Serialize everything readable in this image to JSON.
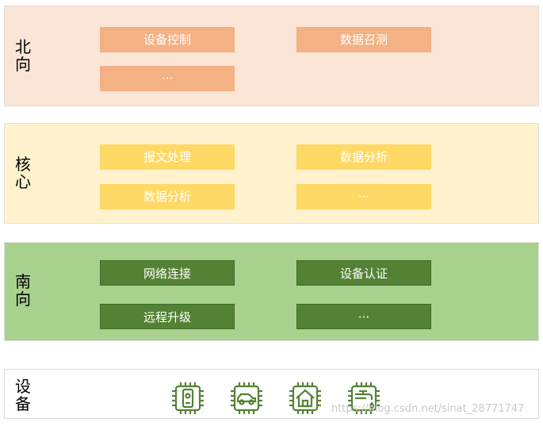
{
  "layers": {
    "north": {
      "label_line1": "北",
      "label_line2": "向",
      "boxes": [
        "设备控制",
        "数据召测",
        "···"
      ]
    },
    "core": {
      "label_line1": "核",
      "label_line2": "心",
      "boxes": [
        "报文处理",
        "数据分析",
        "数据分析",
        "···"
      ]
    },
    "south": {
      "label_line1": "南",
      "label_line2": "向",
      "boxes": [
        "网络连接",
        "设备认证",
        "远程升级",
        "···"
      ]
    },
    "device": {
      "label_line1": "设",
      "label_line2": "备",
      "icons": [
        "chip-phone-icon",
        "chip-car-icon",
        "chip-home-icon",
        "chip-faucet-icon"
      ]
    }
  },
  "watermark": "https://blog.csdn.net/sinat_28771747",
  "colors": {
    "north_bg": "#fbe5d6",
    "north_box": "#f4b183",
    "core_bg": "#fff2cc",
    "core_box": "#ffd966",
    "south_bg": "#a9d18e",
    "south_box": "#548235",
    "icon": "#548235"
  }
}
